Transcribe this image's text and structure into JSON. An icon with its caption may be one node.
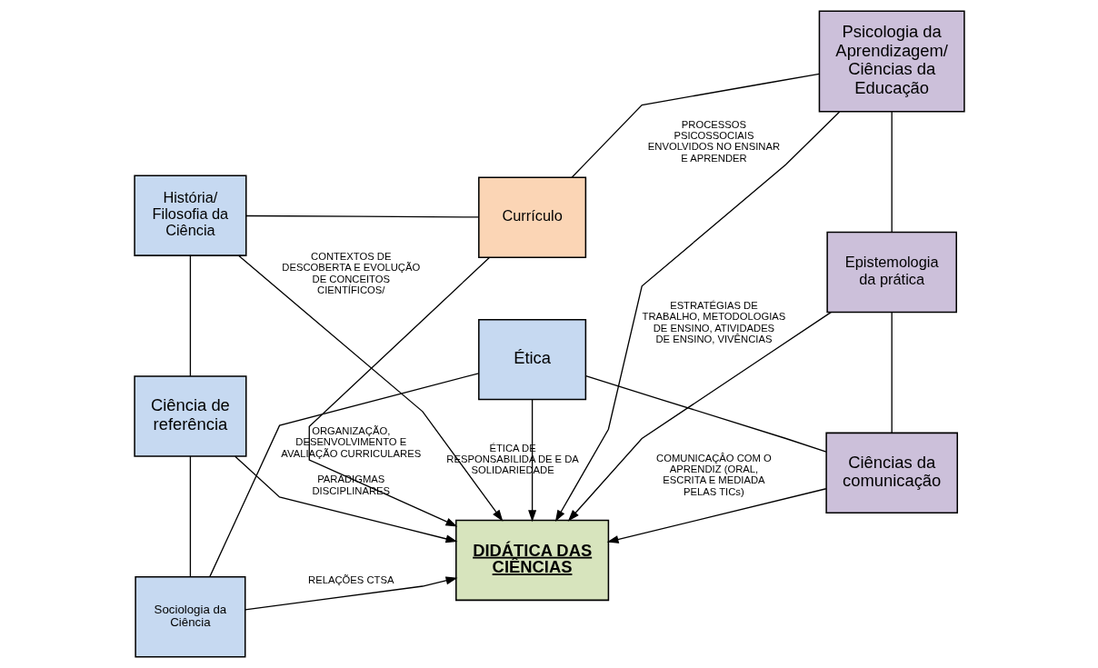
{
  "diagram": {
    "nodes": [
      {
        "text": [
          "História/ Filosofia da Ciência"
        ]
      },
      {
        "text": [
          "Currículo"
        ]
      },
      {
        "text": [
          "Psicologia da Aprendizagem/ Ciências da Educação"
        ]
      },
      {
        "text": [
          "Ciência de referência"
        ]
      },
      {
        "text": [
          "DIDÁTICA DAS CIÊNCIAS"
        ]
      },
      {
        "text": [
          "Epistemologia da prática"
        ]
      },
      {
        "text": [
          "Sociologia da Ciência"
        ]
      },
      {
        "text": [
          "Ciências da comunicação"
        ]
      },
      {
        "text": [
          "Ética"
        ]
      }
    ],
    "edges": [
      {
        "from": 0,
        "to": 1,
        "arrow": "none"
      },
      {
        "from": 1,
        "to": 2,
        "arrow": "none"
      },
      {
        "from": 0,
        "to": 3,
        "arrow": "none"
      },
      {
        "from": 2,
        "to": 5,
        "arrow": "none"
      },
      {
        "from": 0,
        "to": 4,
        "arrow": "to",
        "label": "CONTEXTOS DE DESCOBERTA E EVOLUÇÃO DE CONCEITOS CIENTÍFICOS/"
      },
      {
        "from": 1,
        "to": 4,
        "arrow": "to",
        "label": "ORGANIZAÇÃO, DESENVOLVIMENTO E AVALIAÇÃO CURRICULARES"
      },
      {
        "from": 2,
        "to": 4,
        "arrow": "to",
        "label": "PROCESSOS PSICOSSOCIAIS ENVOLVIDOS NO ENSINAR E APRENDER"
      },
      {
        "from": 3,
        "to": 4,
        "arrow": "to",
        "label": "PARADIGMAS DISCIPLINARES"
      },
      {
        "from": 5,
        "to": 4,
        "arrow": "to",
        "label": "ESTRATÉGIAS DE TRABALHO, METODOLOGIAS DE ENSINO, ATIVIDADES DE ENSINO, VIVÊNCIAS"
      },
      {
        "from": 3,
        "to": 6,
        "arrow": "none"
      },
      {
        "from": 5,
        "to": 7,
        "arrow": "none"
      },
      {
        "from": 6,
        "to": 4,
        "arrow": "to",
        "label": "RELAÇÕES CTSA"
      },
      {
        "from": 8,
        "to": 4,
        "arrow": "to",
        "label": "ÉTICA DE RESPONSABILIDA DE E DA SOLIDARIEDADE"
      },
      {
        "from": 7,
        "to": 4,
        "arrow": "to",
        "label": "COMUNICAÇÂO COM O APRENDIZ (ORAL, ESCRITA E MEDIADA PELAS TICs)"
      },
      {
        "from": 6,
        "to": 8,
        "arrow": "none"
      },
      {
        "from": 8,
        "to": 7,
        "arrow": "none"
      }
    ]
  }
}
